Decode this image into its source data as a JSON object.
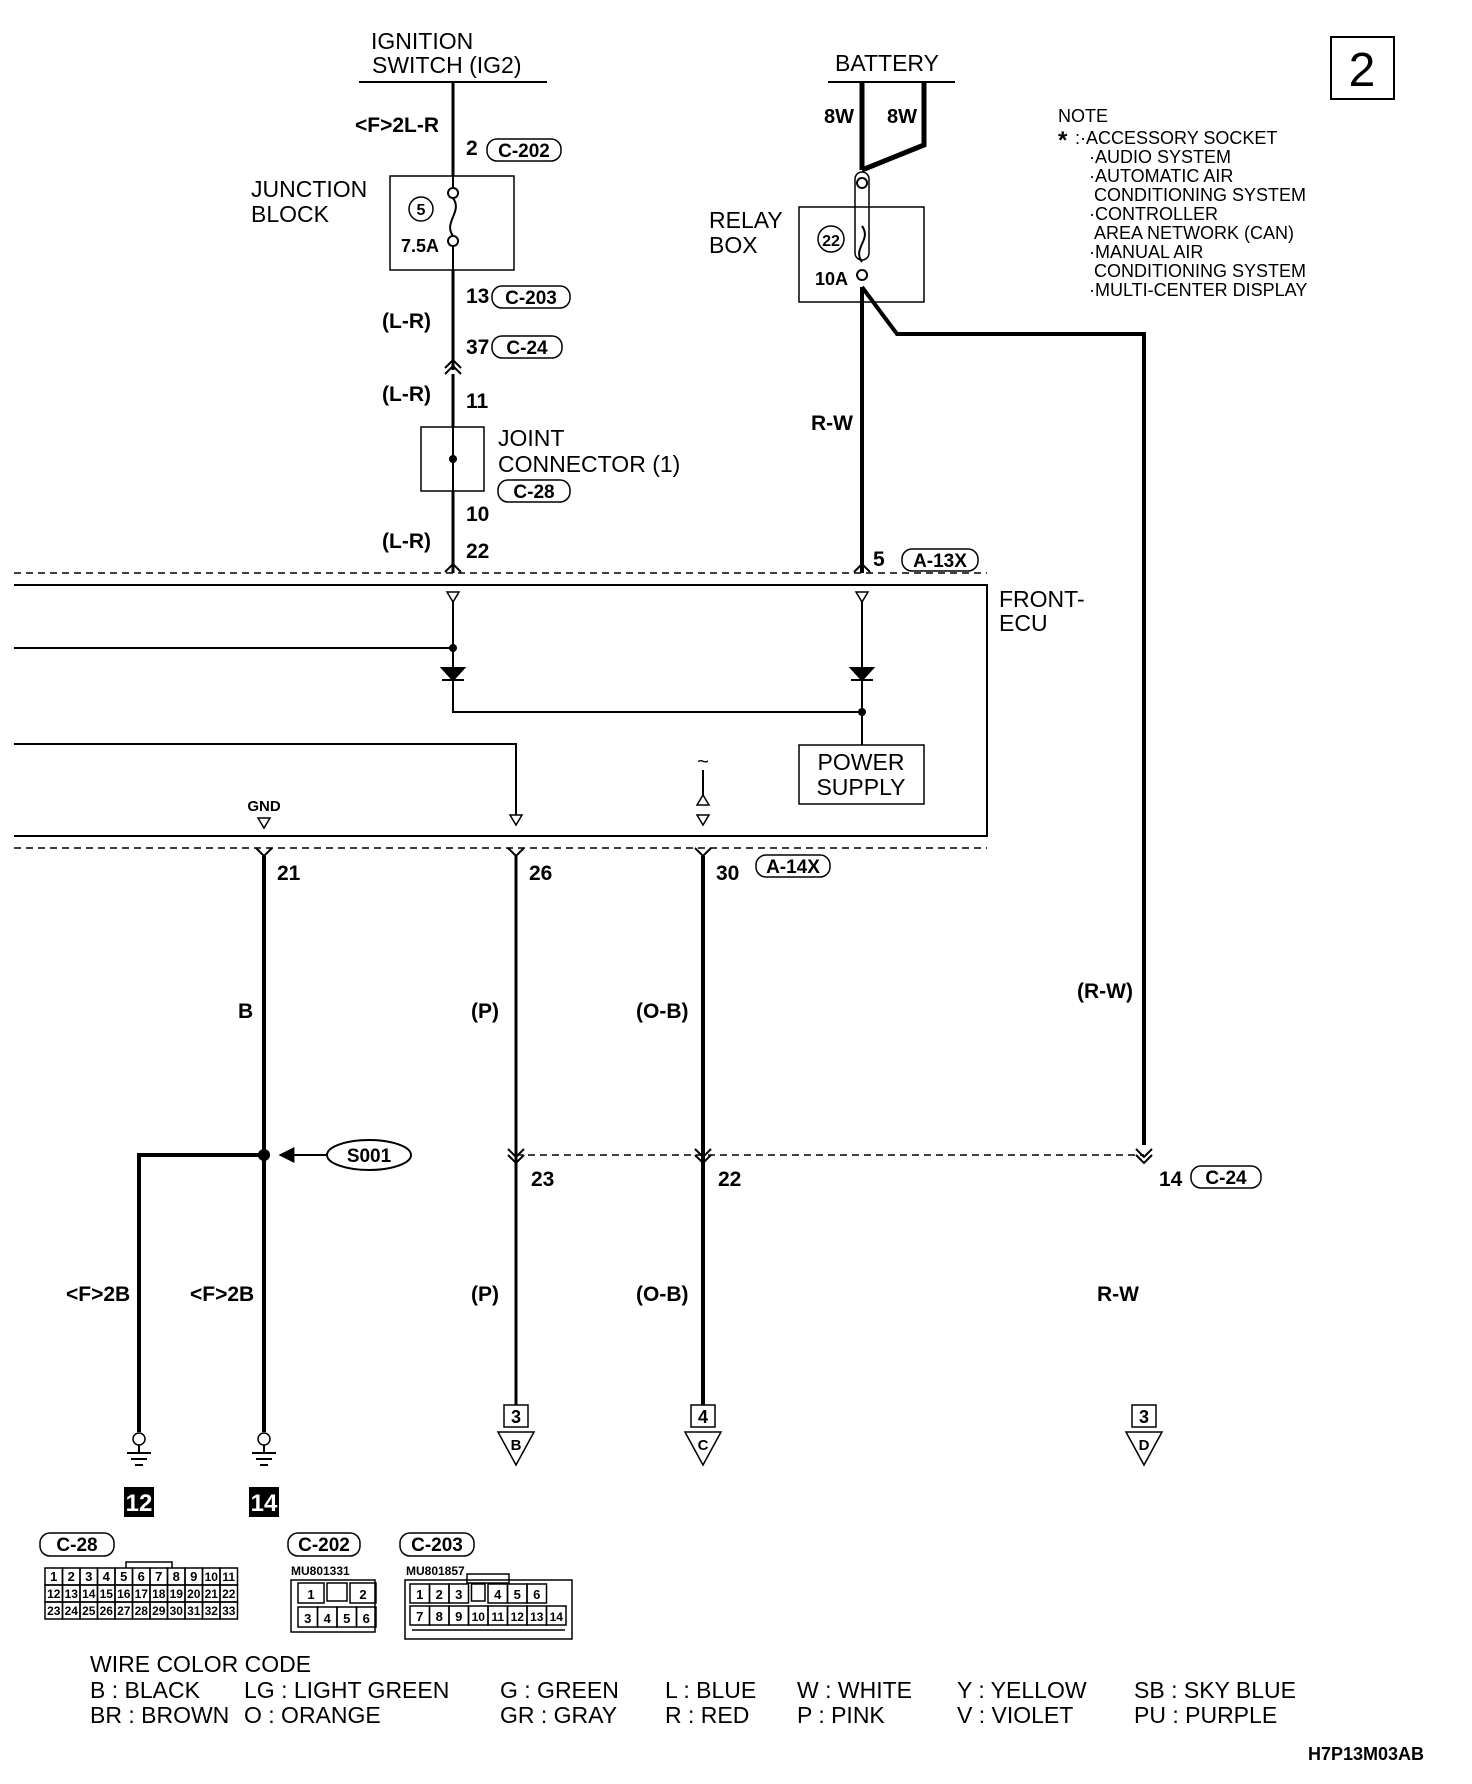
{
  "page_label": "2",
  "ignition": {
    "line1": "IGNITION",
    "line2": "SWITCH (IG2)",
    "wire": "<F>2L-R",
    "pin": "2",
    "conn": "C-202"
  },
  "junction_block": {
    "line1": "JUNCTION",
    "line2": "BLOCK",
    "fuse_no": "5",
    "fuse_rating": "7.5A",
    "out_pin": "13",
    "out_conn": "C-203",
    "wire": "(L-R)"
  },
  "c24_upper": {
    "pin": "37",
    "conn": "C-24",
    "wire": "(L-R)",
    "pin2": "11"
  },
  "joint_connector": {
    "line1": "JOINT",
    "line2": "CONNECTOR (1)",
    "conn": "C-28",
    "pin": "10",
    "wire": "(L-R)",
    "ecu_pin": "22"
  },
  "battery": {
    "label": "BATTERY",
    "wire_left": "8W",
    "wire_right": "8W"
  },
  "relay_box": {
    "line1": "RELAY",
    "line2": "BOX",
    "fuse_no": "22",
    "fuse_rating": "10A",
    "wire": "R-W",
    "ecu_pin": "5",
    "ecu_conn": "A-13X"
  },
  "note": {
    "title": "NOTE",
    "star": "*",
    "lines": [
      ":·ACCESSORY SOCKET",
      "·AUDIO SYSTEM",
      "·AUTOMATIC AIR",
      "CONDITIONING SYSTEM",
      "·CONTROLLER",
      "AREA NETWORK (CAN)",
      "·MANUAL AIR",
      "CONDITIONING SYSTEM",
      "·MULTI-CENTER DISPLAY"
    ]
  },
  "ecu": {
    "line1": "FRONT-",
    "line2": "ECU",
    "ps_line1": "POWER",
    "ps_line2": "SUPPLY",
    "gnd": "GND",
    "tilde": "~"
  },
  "lower": {
    "pin21": "21",
    "pin26": "26",
    "pin30": "30",
    "conn_a14x": "A-14X",
    "wire_b": "B",
    "wire_p": "(P)",
    "wire_ob": "(O-B)",
    "wire_rw": "(R-W)",
    "splice": "S001",
    "pin23": "23",
    "pin22": "22",
    "pin14": "14",
    "conn_c24": "C-24",
    "wire_f2b_left": "<F>2B",
    "wire_f2b_right": "<F>2B",
    "wire_p2": "(P)",
    "wire_ob2": "(O-B)",
    "wire_rw2": "R-W",
    "ground_left": "12",
    "ground_right": "14",
    "dest": [
      {
        "num": "3",
        "letter": "B"
      },
      {
        "num": "4",
        "letter": "C"
      },
      {
        "num": "3",
        "letter": "D"
      }
    ]
  },
  "connectors": {
    "c28": {
      "label": "C-28",
      "row1": [
        "1",
        "2",
        "3",
        "4",
        "5",
        "6",
        "7",
        "8",
        "9",
        "10",
        "11"
      ],
      "row2": [
        "12",
        "13",
        "14",
        "15",
        "16",
        "17",
        "18",
        "19",
        "20",
        "21",
        "22"
      ],
      "row3": [
        "23",
        "24",
        "25",
        "26",
        "27",
        "28",
        "29",
        "30",
        "31",
        "32",
        "33"
      ]
    },
    "c202": {
      "label": "C-202",
      "part": "MU801331",
      "row1": [
        "1",
        "",
        "2"
      ],
      "row2": [
        "3",
        "4",
        "5",
        "6"
      ]
    },
    "c203": {
      "label": "C-203",
      "part": "MU801857",
      "row1": [
        "1",
        "2",
        "3",
        "",
        "4",
        "5",
        "6"
      ],
      "row2": [
        "7",
        "8",
        "9",
        "10",
        "11",
        "12",
        "13",
        "14"
      ]
    }
  },
  "wire_color": {
    "title": "WIRE COLOR CODE",
    "row1": [
      "B : BLACK",
      "LG : LIGHT GREEN",
      "G : GREEN",
      "L : BLUE",
      "W : WHITE",
      "Y : YELLOW",
      "SB : SKY BLUE"
    ],
    "row2": [
      "BR : BROWN",
      "O : ORANGE",
      "GR : GRAY",
      "R : RED",
      "P : PINK",
      "V : VIOLET",
      "PU : PURPLE"
    ]
  },
  "figure_code": "H7P13M03AB"
}
